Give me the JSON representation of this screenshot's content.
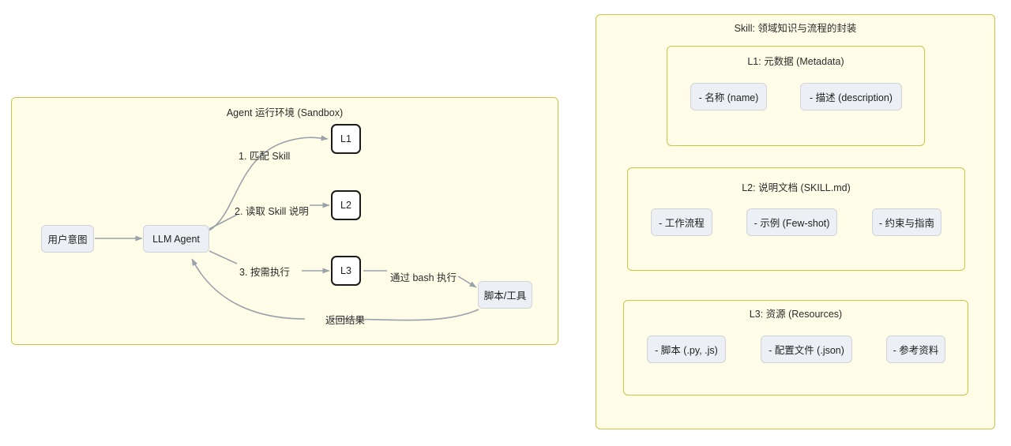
{
  "diagram": {
    "title_left": "Agent 运行环境 (Sandbox)",
    "title_right": "Skill: 领域知识与流程的封装",
    "colors": {
      "cluster_fill": "#fffde7",
      "cluster_border": "#c8c44a",
      "node_fill": "#eceff4",
      "node_border": "#d0d4da",
      "layer_node_border": "#1b1b1b",
      "edge_stroke": "#9aa2ab",
      "text": "#1f1f1f"
    }
  },
  "left_panel": {
    "title": "Agent 运行环境 (Sandbox)",
    "nodes": {
      "user_intent": "用户意图",
      "llm_agent": "LLM Agent",
      "l1": "L1",
      "l2": "L2",
      "l3": "L3",
      "script_tool": "脚本/工具"
    },
    "edge_labels": {
      "match_skill": "1. 匹配 Skill",
      "read_skill": "2. 读取 Skill 说明",
      "execute_on_demand": "3. 按需执行",
      "via_bash": "通过 bash 执行",
      "return_result": "返回结果"
    }
  },
  "right_panel": {
    "title": "Skill: 领域知识与流程的封装",
    "layers": [
      {
        "title": "L1: 元数据 (Metadata)",
        "items": [
          "- 名称 (name)",
          "- 描述 (description)"
        ]
      },
      {
        "title": "L2: 说明文档 (SKILL.md)",
        "items": [
          "- 工作流程",
          "- 示例 (Few-shot)",
          "- 约束与指南"
        ]
      },
      {
        "title": "L3: 资源 (Resources)",
        "items": [
          "- 脚本 (.py, .js)",
          "- 配置文件 (.json)",
          "- 参考资料"
        ]
      }
    ]
  }
}
